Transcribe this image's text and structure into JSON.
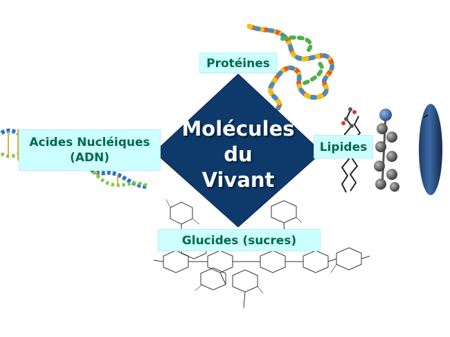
{
  "center": {
    "line1": "Molécules",
    "line2": "du",
    "line3": "Vivant"
  },
  "labels": {
    "proteins": "Protéines",
    "lipids": "Lipides",
    "nucleic_line1": "Acides Nucléiques",
    "nucleic_line2": "(ADN)",
    "glucides": "Glucides (sucres)"
  },
  "colors": {
    "diamond": "#0e3a6b",
    "label_bg": "#ccffff",
    "label_text": "#006a4a"
  }
}
